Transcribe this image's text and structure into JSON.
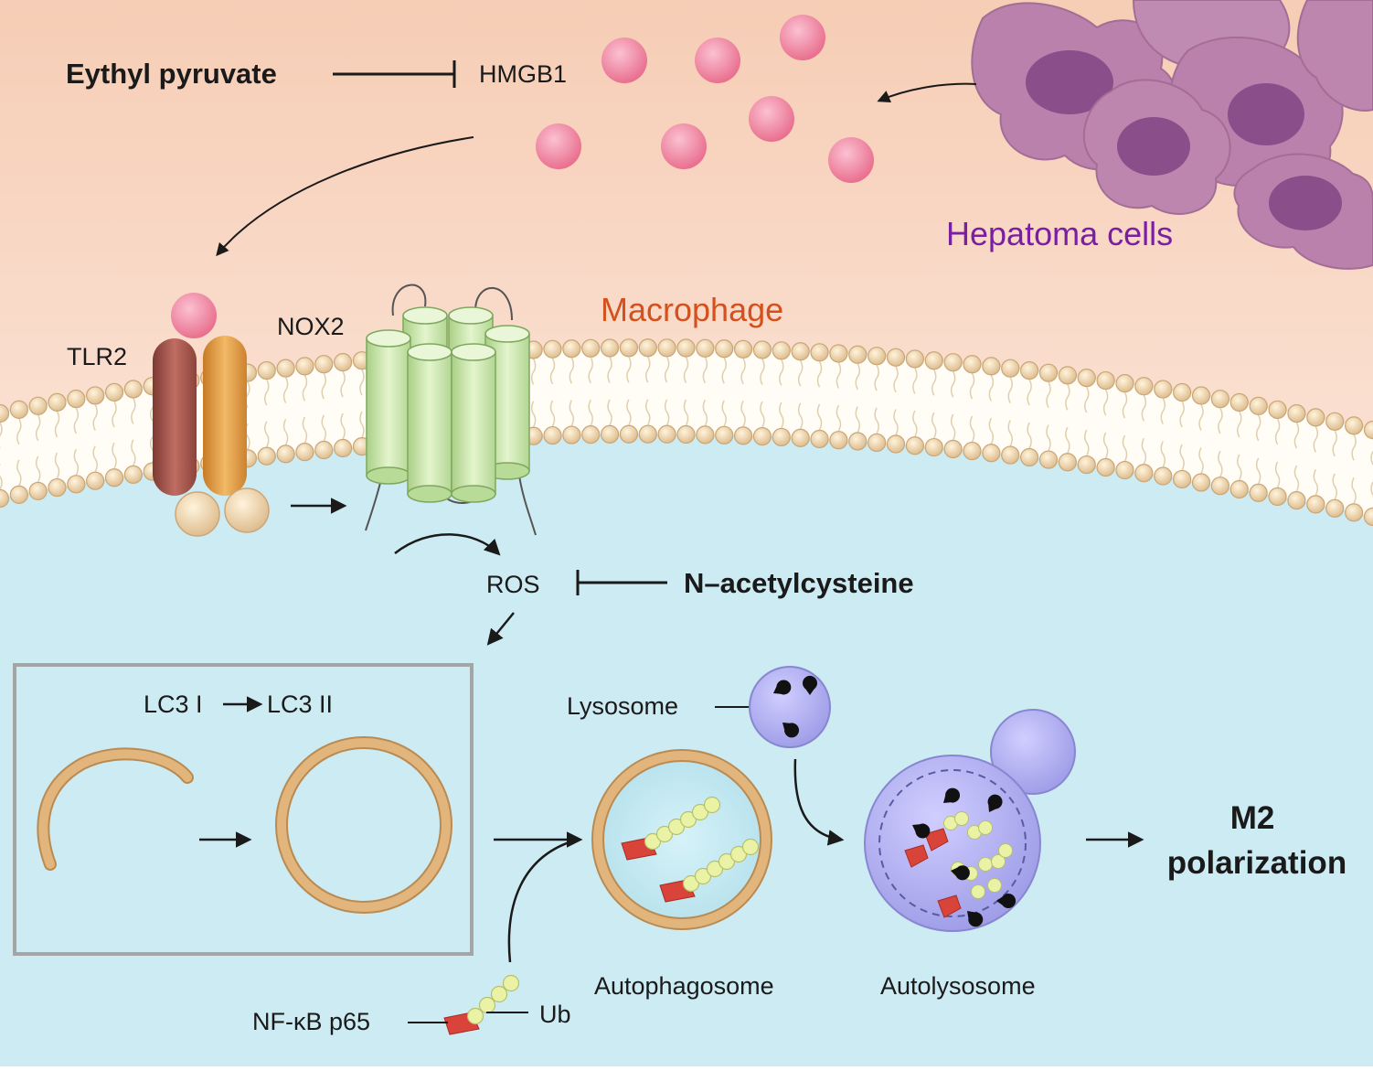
{
  "labels": {
    "ethyl_pyruvate": "Eythyl pyruvate",
    "hmgb1": "HMGB1",
    "hepatoma_cells": "Hepatoma cells",
    "macrophage": "Macrophage",
    "tlr2": "TLR2",
    "nox2": "NOX2",
    "ros": "ROS",
    "n_acetylcysteine": "N–acetylcysteine",
    "lc3_i": "LC3 I",
    "lc3_ii": "LC3 II",
    "lysosome": "Lysosome",
    "autophagosome": "Autophagosome",
    "autolysosome": "Autolysosome",
    "m2_line1": "M2",
    "m2_line2": "polarization",
    "nfkb": "NF-κB p65",
    "ub": "Ub"
  },
  "colors": {
    "extracellular": "#f7d7c4",
    "cytoplasm": "#cdebf2",
    "hmgb1_particle": "#f08aa6",
    "hepatoma_cell": "#b981ab",
    "hepatoma_nucleus": "#8a4f8a",
    "lipid_head": "#eccfa0",
    "tlr2_left": "#a9564d",
    "tlr2_right": "#e39f4a",
    "nox2": "#cfe9b0",
    "lysosome": "#b7b5f2",
    "membrane_ring": "#d9a869",
    "p65": "#d9443a",
    "ubiquitin": "#eaf2a6"
  }
}
